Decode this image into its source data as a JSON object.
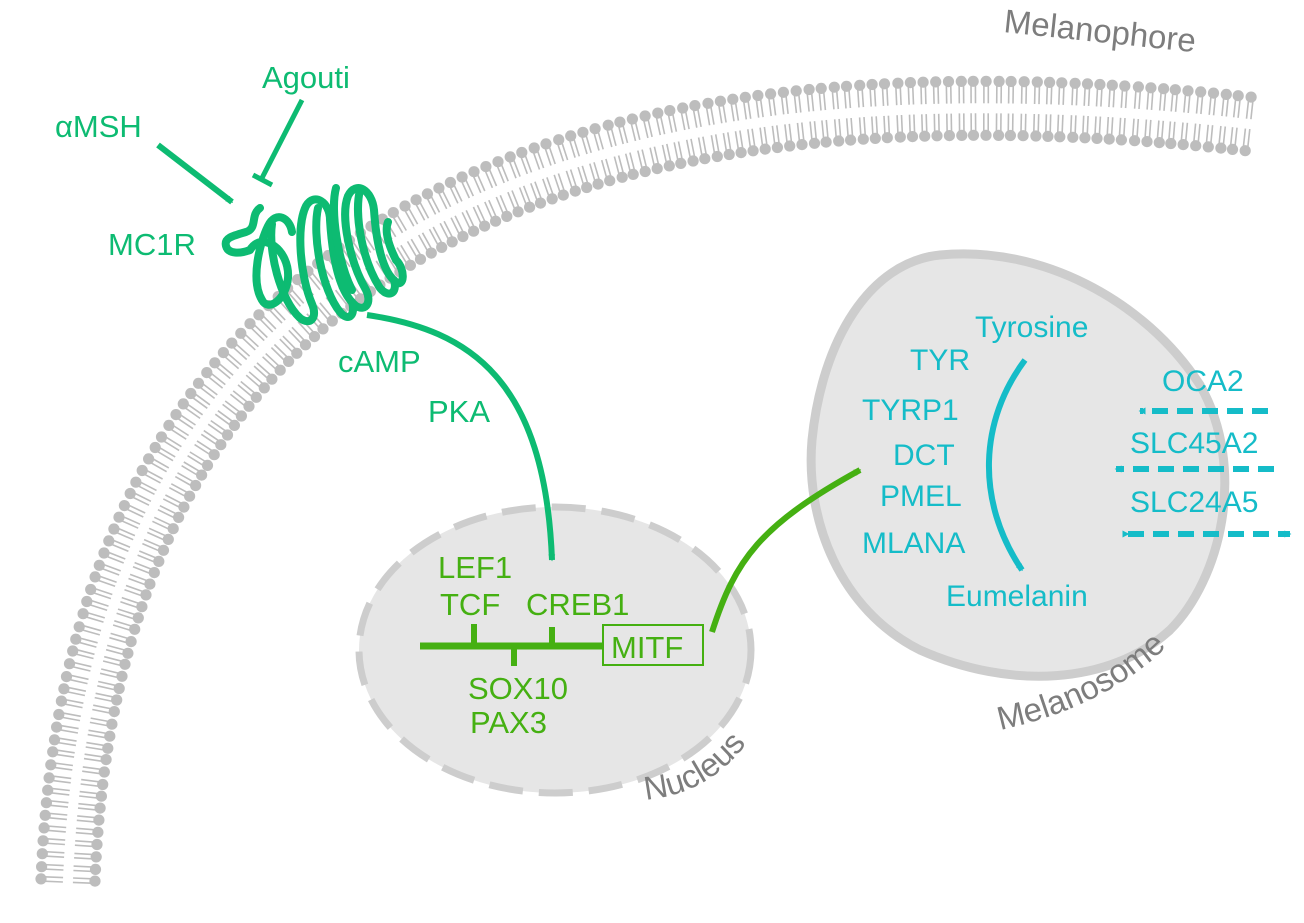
{
  "labels": {
    "melanophore": "Melanophore",
    "amsh": "αMSH",
    "agouti": "Agouti",
    "mc1r": "MC1R",
    "camp": "cAMP",
    "pka": "PKA",
    "lef1": "LEF1",
    "tcf": "TCF",
    "creb1": "CREB1",
    "mitf": "MITF",
    "sox10": "SOX10",
    "pax3": "PAX3",
    "nucleus": "Nucleus",
    "tyrosine": "Tyrosine",
    "tyr": "TYR",
    "tyrp1": "TYRP1",
    "dct": "DCT",
    "pmel": "PMEL",
    "mlana": "MLANA",
    "eumelanin": "Eumelanin",
    "oca2": "OCA2",
    "slc45a2": "SLC45A2",
    "slc24a5": "SLC24A5",
    "melanosome": "Melanosome"
  },
  "colors": {
    "signaling": "#0dbb72",
    "transcription": "#45b012",
    "melanogenesis": "#15bcc8",
    "membrane": "#bdbdbd",
    "compartment_fill": "#e6e6e6",
    "compartment_border": "#cdcdcd",
    "caption": "#7d7d7d"
  }
}
